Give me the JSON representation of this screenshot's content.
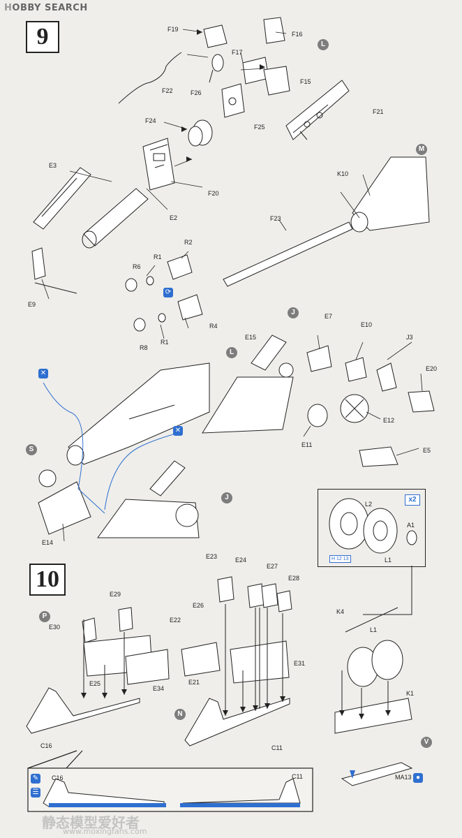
{
  "brand": {
    "prefix": "H",
    "text": "OBBY SEARCH"
  },
  "steps": [
    {
      "number": "9"
    },
    {
      "number": "10"
    }
  ],
  "parts": {
    "F19": "F19",
    "F16": "F16",
    "F17": "F17",
    "F15": "F15",
    "F22": "F22",
    "F26": "F26",
    "F21": "F21",
    "F24": "F24",
    "F25": "F25",
    "F20": "F20",
    "E3": "E3",
    "E2": "E2",
    "E9": "E9",
    "K10": "K10",
    "F23": "F23",
    "R2": "R2",
    "R1a": "R1",
    "R6": "R6",
    "R8": "R8",
    "R1b": "R1",
    "R4": "R4",
    "E7": "E7",
    "E10": "E10",
    "J3": "J3",
    "E15": "E15",
    "E20": "E20",
    "E12": "E12",
    "E11": "E11",
    "E5": "E5",
    "E14": "E14",
    "L2": "L2",
    "A1": "A1",
    "L1a": "L1",
    "E23": "E23",
    "E24": "E24",
    "E27": "E27",
    "E28": "E28",
    "E29": "E29",
    "E26": "E26",
    "E22": "E22",
    "E30": "E30",
    "E25": "E25",
    "E34": "E34",
    "E31": "E31",
    "E21": "E21",
    "C16": "C16",
    "C11": "C11",
    "K4": "K4",
    "L1b": "L1",
    "K1": "K1",
    "C16b": "C16",
    "C11b": "C11",
    "MA13": "MA13"
  },
  "markers": {
    "L": "L",
    "M": "M",
    "J": "J",
    "S": "S",
    "P": "P",
    "N": "N",
    "V": "V"
  },
  "inset": {
    "multiplier": "x2",
    "ref": "12 13",
    "ref_prefix": "H"
  },
  "watermark": {
    "main": "静态模型爱好者",
    "url": "www.moxingfans.com"
  },
  "colors": {
    "accent": "#2f6fd0",
    "line": "#222222",
    "paper": "#efeeea"
  }
}
